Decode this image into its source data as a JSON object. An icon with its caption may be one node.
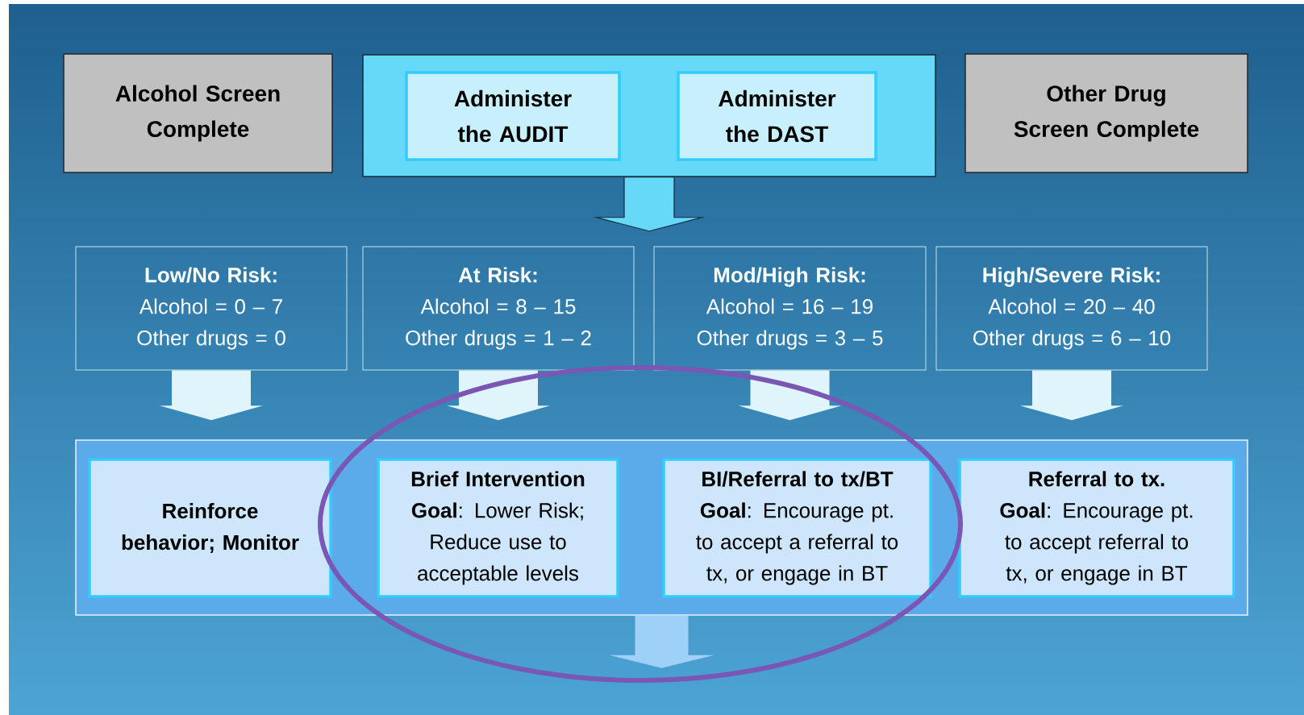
{
  "diagram": {
    "nodes": [
      {
        "text": [
          "Alcohol Screen Complete"
        ]
      },
      {
        "text": [],
        "shape": "box"
      },
      {
        "text": [
          "Administer the AUDIT"
        ],
        "in": 1
      },
      {
        "text": [
          "Administer the DAST"
        ],
        "in": 1
      },
      {
        "text": [
          "Other Drug Screen Complete"
        ]
      },
      {
        "text": [
          "Low/No Risk:",
          "Alcohol = 0 – 7",
          "Other drugs = 0"
        ]
      },
      {
        "text": [
          "At Risk:",
          "Alcohol = 8 – 15",
          "Other drugs = 1 – 2"
        ]
      },
      {
        "text": [
          "Mod/High Risk:",
          "Alcohol = 16 – 19",
          "Other drugs = 3 – 5"
        ]
      },
      {
        "text": [
          "High/Severe Risk:",
          "Alcohol = 20 – 40",
          "Other drugs = 6 – 10"
        ]
      },
      {
        "text": [],
        "shape": "box"
      },
      {
        "text": [
          "Reinforce behavior; Monitor"
        ],
        "in": 9
      },
      {
        "text": [
          "Brief Intervention",
          "**Goal**: Lower Risk; Reduce use to acceptable levels"
        ],
        "in": 9
      },
      {
        "text": [
          "BI/Referral to tx/BT",
          "**Goal**: Encourage pt. to accept a referral to tx, or engage in BT"
        ],
        "in": 9
      },
      {
        "text": [
          "Referral to tx.",
          "**Goal**: Encourage pt. to accept referral to tx, or engage in BT"
        ],
        "in": 9
      }
    ],
    "edges": [
      {
        "from": 1,
        "to": null,
        "arrow": "to",
        "color": "#66d9f8"
      },
      {
        "from": 5,
        "to": 10,
        "arrow": "to"
      },
      {
        "from": 6,
        "to": 11,
        "arrow": "to"
      },
      {
        "from": 7,
        "to": 12,
        "arrow": "to"
      },
      {
        "from": 8,
        "to": 13,
        "arrow": "to"
      },
      {
        "from": 9,
        "to": null,
        "arrow": "to",
        "color": "#9fd0f7"
      }
    ]
  }
}
